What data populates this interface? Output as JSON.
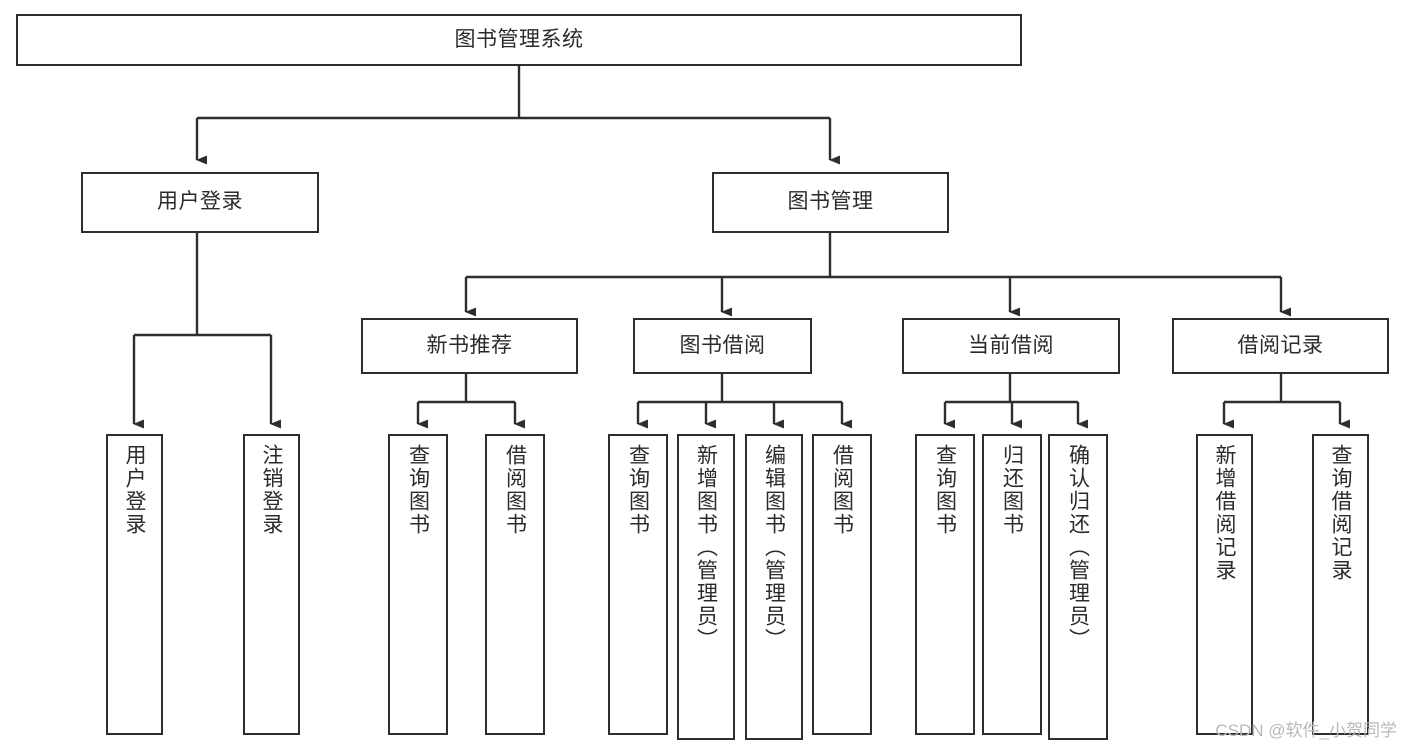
{
  "diagram": {
    "type": "tree-hierarchy-chart",
    "title": "图书管理系统",
    "colors": {
      "box_border": "#2e2e2e",
      "box_fill": "#ffffff",
      "connector": "#2e2e2e",
      "text": "#2b2b2b",
      "watermark": "#b9b9b9",
      "background": "#ffffff"
    },
    "root": {
      "id": "root",
      "label": "图书管理系统",
      "orientation": "horizontal"
    },
    "level1": [
      {
        "id": "user-login",
        "label": "用户登录",
        "orientation": "horizontal"
      },
      {
        "id": "book-management",
        "label": "图书管理",
        "orientation": "horizontal"
      }
    ],
    "level2": [
      {
        "id": "new-book-recommend",
        "label": "新书推荐",
        "orientation": "horizontal",
        "parent": "book-management"
      },
      {
        "id": "book-borrow",
        "label": "图书借阅",
        "orientation": "horizontal",
        "parent": "book-management"
      },
      {
        "id": "current-borrow",
        "label": "当前借阅",
        "orientation": "horizontal",
        "parent": "book-management"
      },
      {
        "id": "borrow-record",
        "label": "借阅记录",
        "orientation": "horizontal",
        "parent": "book-management"
      }
    ],
    "leaves": [
      {
        "id": "leaf-user-login",
        "label": "用户登录",
        "parent": "user-login",
        "orientation": "vertical"
      },
      {
        "id": "leaf-logout",
        "label": "注销登录",
        "parent": "user-login",
        "orientation": "vertical"
      },
      {
        "id": "leaf-query-book-1",
        "label": "查询图书",
        "parent": "new-book-recommend",
        "orientation": "vertical"
      },
      {
        "id": "leaf-borrow-book-1",
        "label": "借阅图书",
        "parent": "new-book-recommend",
        "orientation": "vertical"
      },
      {
        "id": "leaf-query-book-2",
        "label": "查询图书",
        "parent": "book-borrow",
        "orientation": "vertical"
      },
      {
        "id": "leaf-add-book",
        "label": "新增图书（管理员）",
        "parent": "book-borrow",
        "orientation": "vertical"
      },
      {
        "id": "leaf-edit-book",
        "label": "编辑图书（管理员）",
        "parent": "book-borrow",
        "orientation": "vertical"
      },
      {
        "id": "leaf-borrow-book-2",
        "label": "借阅图书",
        "parent": "book-borrow",
        "orientation": "vertical"
      },
      {
        "id": "leaf-query-book-3",
        "label": "查询图书",
        "parent": "current-borrow",
        "orientation": "vertical"
      },
      {
        "id": "leaf-return-book",
        "label": "归还图书",
        "parent": "current-borrow",
        "orientation": "vertical"
      },
      {
        "id": "leaf-confirm-return",
        "label": "确认归还（管理员）",
        "parent": "current-borrow",
        "orientation": "vertical"
      },
      {
        "id": "leaf-add-record",
        "label": "新增借阅记录",
        "parent": "borrow-record",
        "orientation": "vertical"
      },
      {
        "id": "leaf-query-record",
        "label": "查询借阅记录",
        "parent": "borrow-record",
        "orientation": "vertical"
      }
    ],
    "watermark": "CSDN @软件_小贺同学"
  }
}
